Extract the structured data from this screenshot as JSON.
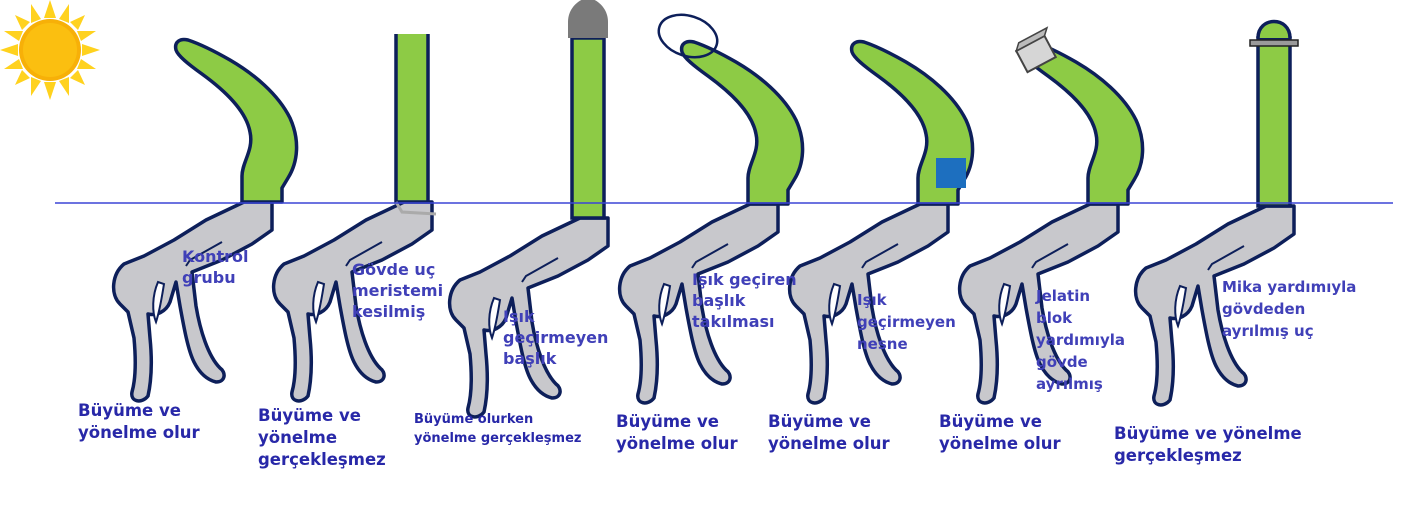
{
  "colors": {
    "shoot_green": "#8dcb45",
    "outline_navy": "#0d1f5a",
    "root_gray": "#c8c8cc",
    "ground_line": "#3b45d6",
    "label_blue": "#4040b8",
    "sun_yellow": "#ffd21e",
    "sun_orange": "#f7b008",
    "opaque_cap_gray": "#7a7a7a",
    "blue_object": "#1d6fbf",
    "mica_gray": "#9a9a9a"
  },
  "icons": [
    "sun-icon"
  ],
  "experiments": [
    {
      "condition": [
        "Kontrol",
        "grubu"
      ],
      "outcome": [
        "Büyüme ve",
        "yönelme olur"
      ]
    },
    {
      "condition": [
        "Gövde uç",
        "meristemi",
        "kesilmiş"
      ],
      "outcome": [
        "Büyüme ve",
        "yönelme",
        "gerçekleşmez"
      ]
    },
    {
      "condition": [
        "Işık",
        "geçirmeyen",
        "başlık"
      ],
      "outcome": [
        "Büyüme  olurken",
        "yönelme  gerçekleşmez"
      ]
    },
    {
      "condition": [
        "Işık geçiren",
        "başlık",
        "takılması"
      ],
      "outcome": [
        "Büyüme ve",
        "yönelme olur"
      ]
    },
    {
      "condition": [
        "Işık",
        "geçirmeyen",
        "nesne"
      ],
      "outcome": [
        "Büyüme ve",
        "yönelme olur"
      ]
    },
    {
      "condition": [
        "Jelatin",
        "blok",
        "yardımıyla",
        "gövde",
        "ayrılmış"
      ],
      "outcome": [
        "Büyüme ve",
        "yönelme olur"
      ]
    },
    {
      "condition": [
        "Mika yardımıyla",
        "gövdeden",
        "ayrılmış uç"
      ],
      "outcome": [
        "Büyüme ve yönelme",
        "gerçekleşmez"
      ]
    }
  ]
}
